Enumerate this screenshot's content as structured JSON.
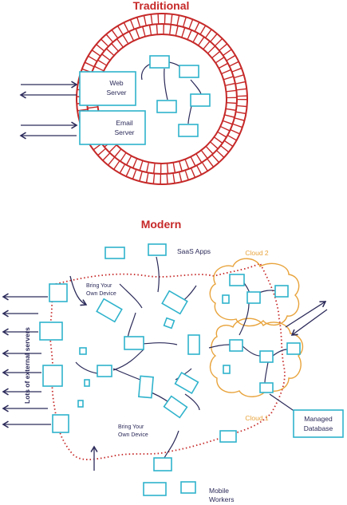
{
  "traditional": {
    "title": "Traditional",
    "web_server_label": [
      "Web",
      "Server"
    ],
    "email_server_label": [
      "Email",
      "Server"
    ]
  },
  "modern": {
    "title": "Modern",
    "saas_label": "SaaS Apps",
    "cloud2_label": "Cloud 2",
    "cloud1_label": "Cloud 1",
    "byod_top_label": [
      "Bring Your",
      "Own Device"
    ],
    "byod_bottom_label": [
      "Bring Your",
      "Own Device"
    ],
    "external_servers_label": "Lots of external servers",
    "managed_db_label": [
      "Managed",
      "Database"
    ],
    "mobile_label": [
      "Mobile",
      "Workers"
    ]
  },
  "colors": {
    "wall": "#c62828",
    "node": "#2fb3cc",
    "ink": "#2b2a5a",
    "cloud": "#e8a33b"
  }
}
